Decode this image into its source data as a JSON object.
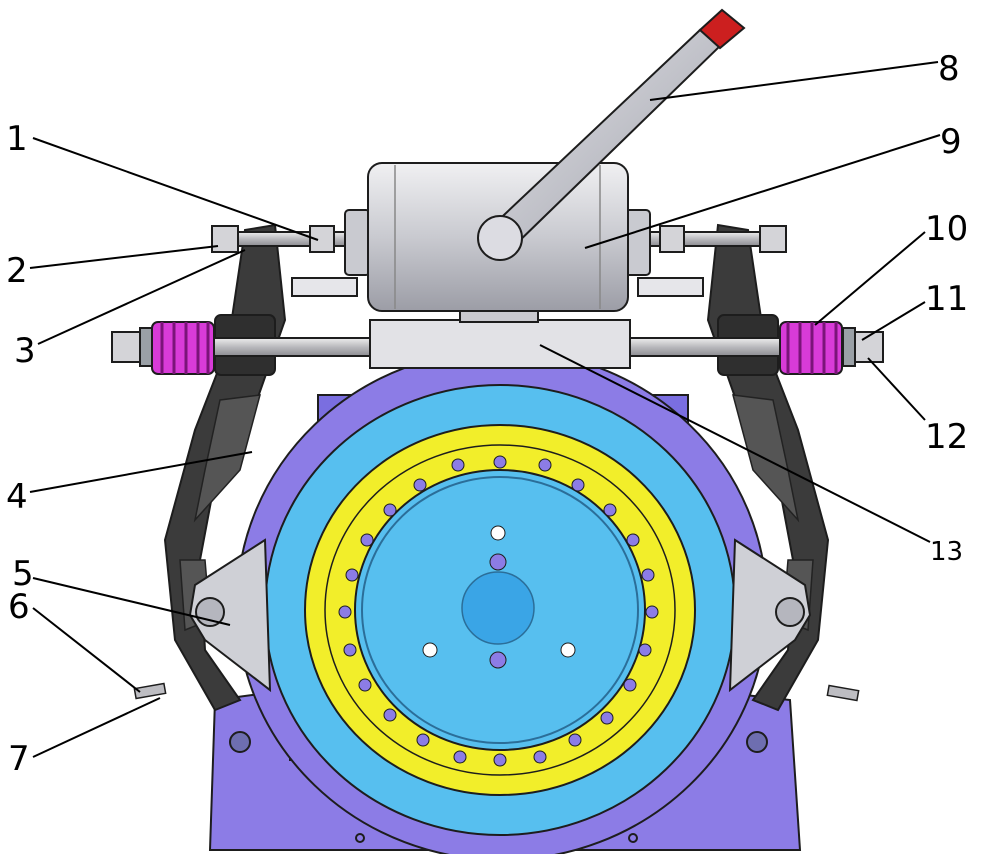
{
  "callouts": [
    "1",
    "2",
    "3",
    "4",
    "5",
    "6",
    "7",
    "8",
    "9",
    "10",
    "11",
    "12",
    "13"
  ],
  "colors": {
    "housing": "#8c7ce6",
    "disc": "#57bfef",
    "ring": "#f2ee2a",
    "arm": "#3b3b3b",
    "spring": "#d83bd8",
    "magnet": "#cfd0d6",
    "handle_tip": "#cc1f1f"
  }
}
